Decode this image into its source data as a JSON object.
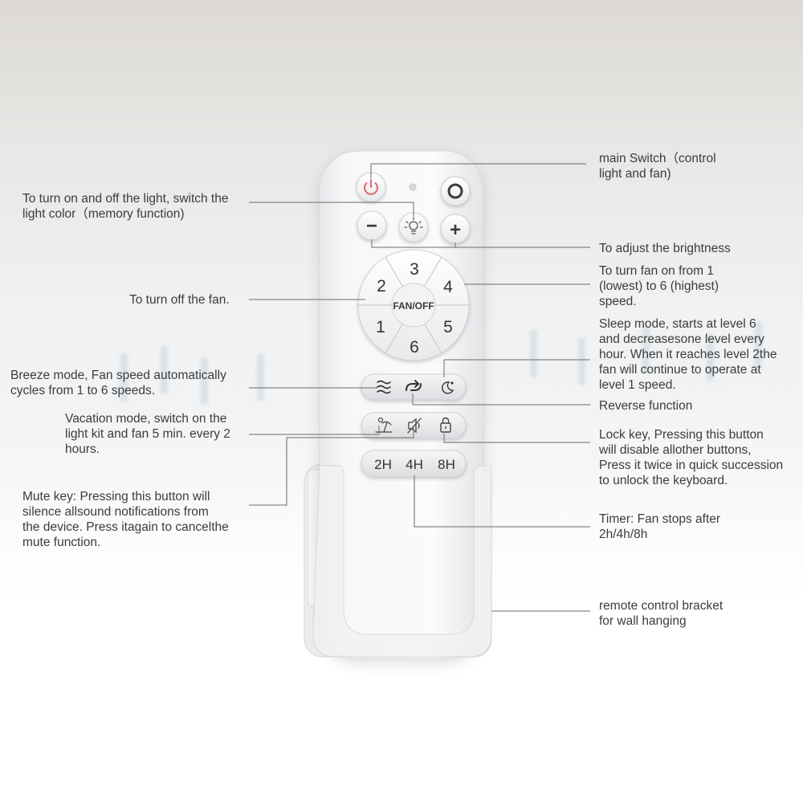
{
  "remote": {
    "buttons": {
      "power": "power-icon",
      "main": "ring-icon",
      "minus": "−",
      "light": "bulb-icon",
      "plus": "+",
      "speed_1": "1",
      "speed_2": "2",
      "speed_3": "3",
      "speed_4": "4",
      "speed_5": "5",
      "speed_6": "6",
      "fan_off": "FAN/OFF",
      "breeze": "wind-icon",
      "reverse": "reverse-icon",
      "sleep": "moon-icon",
      "vacation": "beach-icon",
      "mute": "mute-icon",
      "lock": "lock-icon",
      "timer_2h": "2H",
      "timer_4h": "4H",
      "timer_8h": "8H"
    }
  },
  "callouts": {
    "main_switch": "main Switch（control\nlight and fan)",
    "light": "To turn on and off the light, switch the\nlight color（memory function)",
    "brightness": "To adjust the brightness",
    "fan_speed": "To turn fan on from 1\n(lowest) to 6 (highest)\nspeed.",
    "fan_off": "To turn off the fan.",
    "sleep": "Sleep mode, starts at level 6\nand decreasesone level every\nhour. When it reaches level 2the\nfan will continue to operate at\nlevel 1 speed.",
    "breeze": "Breeze mode, Fan speed automatically\ncycles from 1 to 6 speeds.",
    "reverse": "Reverse function",
    "vacation": "Vacation mode, switch on the\nlight kit and fan 5 min. every 2\nhours.",
    "lock": "Lock key, Pressing this button\nwill disable allother buttons,\nPress it twice in quick succession\nto unlock the keyboard.",
    "mute": "Mute key: Pressing this button will\nsilence allsound notifications from\nthe device. Press itagain to cancelthe\nmute function.",
    "timer": "Timer: Fan stops after\n2h/4h/8h",
    "bracket": "remote control bracket\nfor wall hanging"
  }
}
